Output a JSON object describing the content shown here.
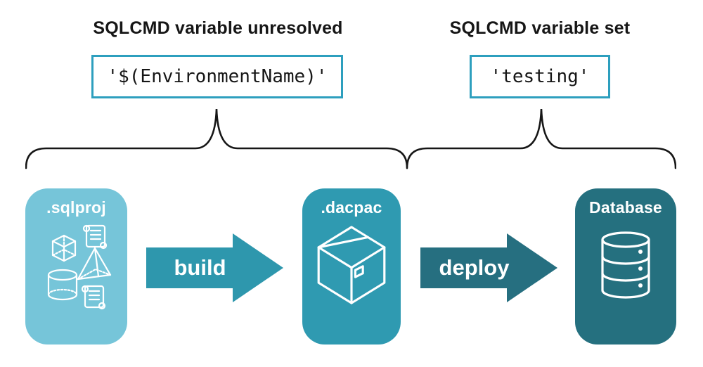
{
  "colors": {
    "card-light": "#76c5d9",
    "card-mid": "#2f9ab1",
    "card-dark": "#25707f",
    "arrow-build": "#2e97ad",
    "arrow-deploy": "#266f80",
    "code-border": "#2d9fbe",
    "ink": "#161616"
  },
  "annotations": {
    "left": {
      "title": "SQLCMD variable unresolved",
      "code": "'$(EnvironmentName)'"
    },
    "right": {
      "title": "SQLCMD variable set",
      "code": "'testing'"
    }
  },
  "pipeline": {
    "stages": [
      {
        "label": ".sqlproj",
        "icon": "sql-project-objects-icon"
      },
      {
        "label": ".dacpac",
        "icon": "package-icon"
      },
      {
        "label": "Database",
        "icon": "database-icon"
      }
    ],
    "arrows": [
      {
        "label": "build"
      },
      {
        "label": "deploy"
      }
    ]
  }
}
